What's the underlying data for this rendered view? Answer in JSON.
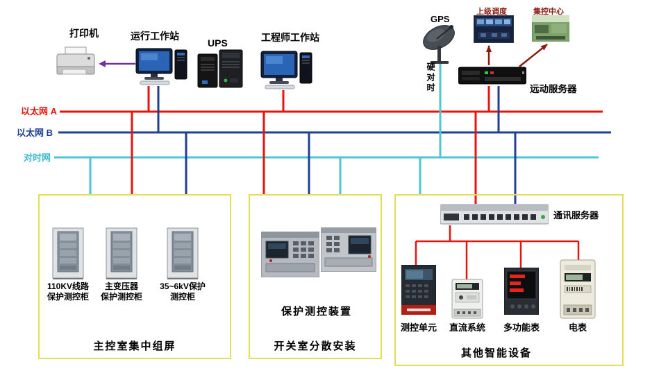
{
  "top": {
    "printer": "打印机",
    "operator_ws": "运行工作站",
    "ups": "UPS",
    "engineer_ws": "工程师工作站",
    "gps": "GPS",
    "hard_time_sync": "硬对时",
    "superior_dispatch": "上级调度",
    "central_control": "集控中心",
    "remote_server": "远动服务器"
  },
  "buses": {
    "ethernet_a": "以太网 A",
    "ethernet_b": "以太网 B",
    "time_sync_net": "对时网"
  },
  "box1": {
    "caption": "主控室集中组屏",
    "cabinets": [
      {
        "line1": "110KV线路",
        "line2": "保护测控柜"
      },
      {
        "line1": "主变压器",
        "line2": "保护测控柜"
      },
      {
        "line1": "35~6kV保护",
        "line2": "测控柜"
      }
    ]
  },
  "box2": {
    "device_label": "保护测控装置",
    "caption": "开关室分散安装"
  },
  "box3": {
    "comm_server": "通讯服务器",
    "devices": [
      "测控单元",
      "直流系统",
      "多功能表",
      "电表"
    ],
    "caption": "其他智能设备"
  },
  "colors": {
    "ethernet_a": "#e8130c",
    "ethernet_b": "#1e3f96",
    "time_sync_net": "#4cc6d6",
    "box_border": "#e3de55",
    "uplink_arrows": "#8b1a10",
    "printer_link": "#7030a0",
    "inner_distribution": "#e8130c"
  }
}
